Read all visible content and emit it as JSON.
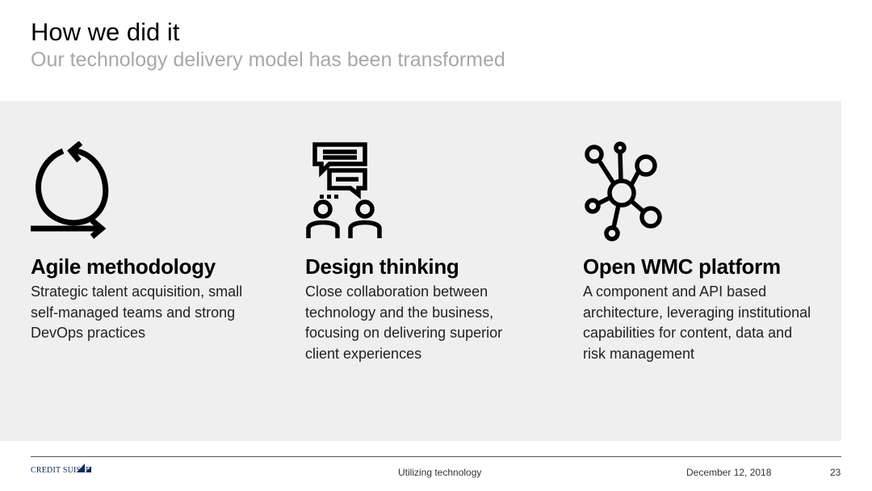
{
  "header": {
    "title": "How we did it",
    "subtitle": "Our technology delivery model has been transformed"
  },
  "columns": [
    {
      "icon": "agile-cycle-icon",
      "heading": "Agile methodology",
      "body": "Strategic talent acquisition, small self-managed teams and strong DevOps practices"
    },
    {
      "icon": "design-thinking-icon",
      "heading": "Design thinking",
      "body": "Close collaboration between technology and the business, focusing on delivering superior client experiences"
    },
    {
      "icon": "network-hub-icon",
      "heading": "Open WMC platform",
      "body": "A component and API based architecture, leveraging institutional capabilities for content, data and risk management"
    }
  ],
  "footer": {
    "logo_text": "CREDIT SUISSE",
    "center": "Utilizing technology",
    "date": "December 12, 2018",
    "page": "23"
  },
  "colors": {
    "panel_bg": "#efefef",
    "subtitle": "#a8a8a8",
    "logo": "#0a2a5c"
  }
}
